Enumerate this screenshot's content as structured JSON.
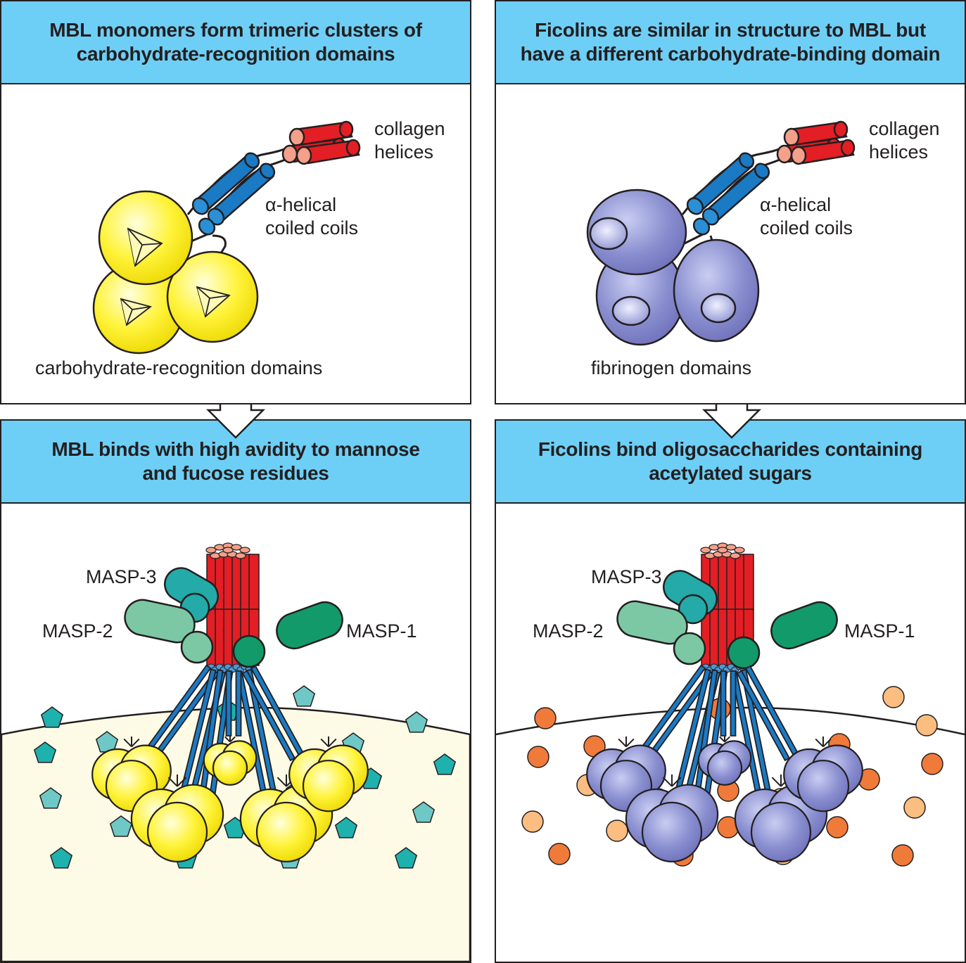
{
  "panels": [
    {
      "id": "mbl-structure",
      "title_lines": [
        "MBL monomers form trimeric clusters of",
        "carbohydrate-recognition domains"
      ],
      "labels": {
        "collagen": [
          "collagen",
          "helices"
        ],
        "coils": [
          "α-helical",
          "coiled coils"
        ],
        "domains": "carbohydrate-recognition domains"
      }
    },
    {
      "id": "ficolin-structure",
      "title_lines": [
        "Ficolins are similar in structure to MBL but",
        "have a different carbohydrate-binding domain"
      ],
      "labels": {
        "collagen": [
          "collagen",
          "helices"
        ],
        "coils": [
          "α-helical",
          "coiled coils"
        ],
        "domains": "fibrinogen domains"
      }
    },
    {
      "id": "mbl-binding",
      "title_lines": [
        "MBL binds with high avidity to mannose",
        "and fucose residues"
      ],
      "labels": {
        "masp3": "MASP-3",
        "masp2": "MASP-2",
        "masp1": "MASP-1"
      }
    },
    {
      "id": "ficolin-binding",
      "title_lines": [
        "Ficolins bind oligosaccharides containing",
        "acetylated sugars"
      ],
      "labels": {
        "masp3": "MASP-3",
        "masp2": "MASP-2",
        "masp1": "MASP-1"
      }
    }
  ],
  "colors": {
    "header_bg": "#6ecff6",
    "collagen_red": "#e31e24",
    "collagen_end": "#f4a08a",
    "coil_blue": "#1a7ac4",
    "crd_yellow": "#fff33a",
    "fibrinogen_purple": "#8a8fd0",
    "masp1_green": "#139a6a",
    "masp2_green": "#7cc8a4",
    "masp3_teal": "#24aaa8",
    "mannose_teal": "#1fb1ad",
    "sugar_orange": "#f07a3a",
    "sugar_light": "#fbbd80",
    "cell_bg": "#fdfbe6"
  }
}
